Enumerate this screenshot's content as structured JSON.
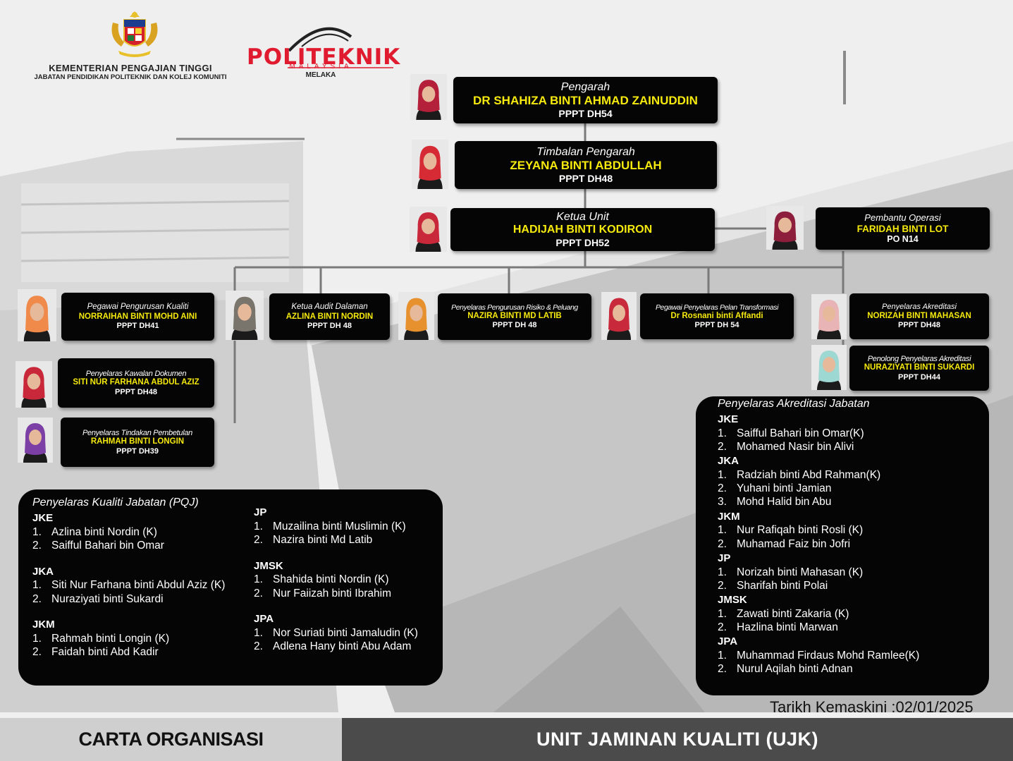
{
  "header": {
    "ministry_line1": "KEMENTERIAN PENGAJIAN TINGGI",
    "ministry_line2": "JABATAN PENDIDIKAN POLITEKNIK DAN KOLEJ KOMUNITI",
    "poly_name": "POLITEKNIK",
    "poly_sub": "MALAYSIA",
    "poly_city": "MELAKA"
  },
  "people": {
    "pengarah": {
      "role": "Pengarah",
      "name": "DR SHAHIZA BINTI AHMAD ZAINUDDIN",
      "grade": "PPPT DH54"
    },
    "timbalan": {
      "role": "Timbalan Pengarah",
      "name": "ZEYANA BINTI ABDULLAH",
      "grade": "PPPT DH48"
    },
    "ketua": {
      "role": "Ketua Unit",
      "name": "HADIJAH BINTI KODIRON",
      "grade": "PPPT DH52"
    },
    "pembantu": {
      "role": "Pembantu Operasi",
      "name": "FARIDAH BINTI LOT",
      "grade": "PO N14"
    },
    "pegawai_kualiti": {
      "role": "Pegawai Pengurusan Kualiti",
      "name": "NORRAIHAN BINTI MOHD AINI",
      "grade": "PPPT DH41"
    },
    "audit": {
      "role": "Ketua Audit Dalaman",
      "name": "AZLINA BINTI NORDIN",
      "grade": "PPPT DH 48"
    },
    "risiko": {
      "role": "Penyelaras Pengurusan Risiko & Peluang",
      "name": "NAZIRA BINTI MD LATIB",
      "grade": "PPPT DH 48"
    },
    "transformasi": {
      "role": "Pegawai Penyelaras Pelan Transformasi",
      "name": "Dr Rosnani binti Affandi",
      "grade": "PPPT DH 54"
    },
    "akreditasi": {
      "role": "Penyelaras Akreditasi",
      "name": "NORIZAH BINTI  MAHASAN",
      "grade": "PPPT DH48"
    },
    "penolong_akreditasi": {
      "role": "Penolong Penyelaras Akreditasi",
      "name": "NURAZIYATI BINTI SUKARDI",
      "grade": "PPPT DH44"
    },
    "dokumen": {
      "role": "Penyelaras Kawalan Dokumen",
      "name": "SITI NUR FARHANA ABDUL AZIZ",
      "grade": "PPPT DH48"
    },
    "pembetulan": {
      "role": "Penyelaras Tindakan Pembetulan",
      "name": "RAHMAH BINTI LONGIN",
      "grade": "PPPT DH39"
    }
  },
  "pqj": {
    "title": "Penyelaras Kualiti Jabatan (PQJ)",
    "left": [
      {
        "dept": "JKE",
        "members": [
          {
            "n": "1.",
            "t": "Azlina binti Nordin (K)"
          },
          {
            "n": "2.",
            "t": "Saifful Bahari bin Omar"
          }
        ]
      },
      {
        "dept": "JKA",
        "members": [
          {
            "n": "1.",
            "t": "Siti Nur Farhana binti Abdul Aziz (K)"
          },
          {
            "n": "2.",
            "t": "Nuraziyati binti Sukardi"
          }
        ]
      },
      {
        "dept": "JKM",
        "members": [
          {
            "n": "1.",
            "t": "Rahmah binti Longin (K)"
          },
          {
            "n": "2.",
            "t": "Faidah binti Abd Kadir"
          }
        ]
      }
    ],
    "right": [
      {
        "dept": "JP",
        "members": [
          {
            "n": "1.",
            "t": "Muzailina binti Muslimin (K)"
          },
          {
            "n": "2.",
            "t": "Nazira binti Md Latib"
          }
        ]
      },
      {
        "dept": "JMSK",
        "members": [
          {
            "n": "1.",
            "t": "Shahida binti Nordin (K)"
          },
          {
            "n": "2.",
            "t": "Nur Faiizah binti Ibrahim"
          }
        ]
      },
      {
        "dept": "JPA",
        "members": [
          {
            "n": "1.",
            "t": "Nor Suriati binti Jamaludin (K)"
          },
          {
            "n": "2.",
            "t": "Adlena Hany binti Abu Adam"
          }
        ]
      }
    ]
  },
  "paj": {
    "title": "Penyelaras Akreditasi Jabatan",
    "groups": [
      {
        "dept": "JKE",
        "members": [
          {
            "n": "1.",
            "t": "Saifful Bahari bin Omar(K)"
          },
          {
            "n": "2.",
            "t": "Mohamed Nasir bin Alivi"
          }
        ]
      },
      {
        "dept": "JKA",
        "members": [
          {
            "n": "1.",
            "t": "Radziah binti Abd Rahman(K)"
          },
          {
            "n": "2.",
            "t": "Yuhani binti Jamian"
          },
          {
            "n": "3.",
            "t": "Mohd Halid bin Abu"
          }
        ]
      },
      {
        "dept": "JKM",
        "members": [
          {
            "n": "1.",
            "t": "Nur Rafiqah binti Rosli (K)"
          },
          {
            "n": "2.",
            "t": "Muhamad Faiz bin Jofri"
          }
        ]
      },
      {
        "dept": "JP",
        "members": [
          {
            "n": "1.",
            "t": "Norizah binti Mahasan (K)"
          },
          {
            "n": "2.",
            "t": "Sharifah binti Polai"
          }
        ]
      },
      {
        "dept": "JMSK",
        "members": [
          {
            "n": "1.",
            "t": "Zawati binti Zakaria  (K)"
          },
          {
            "n": "2.",
            "t": "Hazlina binti Marwan"
          }
        ]
      },
      {
        "dept": "JPA",
        "members": [
          {
            "n": "1.",
            "t": "Muhammad Firdaus Mohd Ramlee(K)"
          },
          {
            "n": "2.",
            "t": "Nurul Aqilah binti Adnan"
          }
        ]
      }
    ]
  },
  "update": "Tarikh Kemaskini :02/01/2025",
  "footer": {
    "left": "CARTA ORGANISASI",
    "right": "UNIT JAMINAN KUALITI (UJK)"
  },
  "colors": {
    "card_bg": "#050505",
    "name_yellow": "#f5e90e",
    "brand_red": "#e01b2f",
    "footer_dark": "#4b4b4b"
  },
  "photo_colors": {
    "pengarah": "#b41f3a",
    "timbalan": "#d62b35",
    "ketua": "#c8283a",
    "pembantu": "#8e1f3c",
    "pegawai_kualiti": "#f08a4b",
    "audit": "#7a756c",
    "risiko": "#e7912e",
    "transformasi": "#c82a3c",
    "akreditasi": "#e9b4b6",
    "penolong_akreditasi": "#9ed8d3",
    "dokumen": "#c8283a",
    "pembetulan": "#7b3fa6"
  }
}
